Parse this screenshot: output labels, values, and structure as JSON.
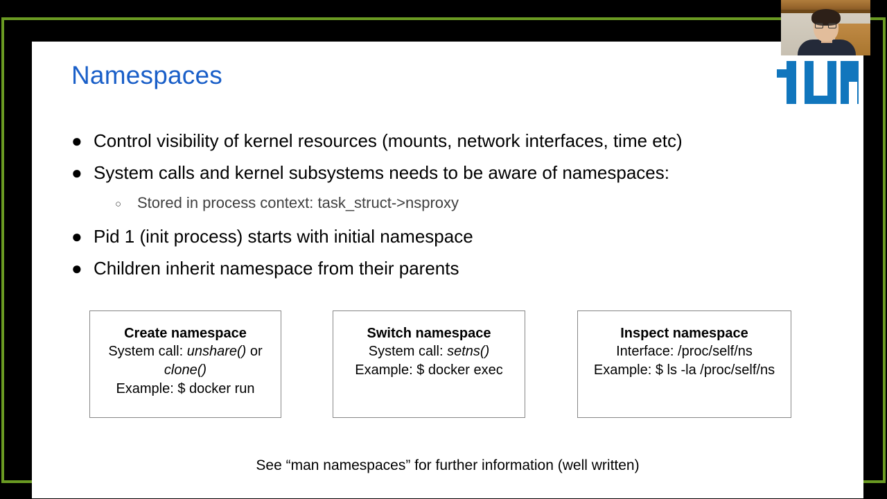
{
  "slide": {
    "title": "Namespaces",
    "logo_name": "tum-logo",
    "logo_color": "#1176bd",
    "title_color": "#1a5fc8",
    "frame_color": "#6a9a22",
    "bullets": [
      {
        "level": 1,
        "marker": "●",
        "text": "Control visibility of kernel resources (mounts, network interfaces, time etc)"
      },
      {
        "level": 1,
        "marker": "●",
        "text": "System calls and kernel subsystems needs to be aware of namespaces:"
      },
      {
        "level": 2,
        "marker": "○",
        "text": "Stored in process context: task_struct->nsproxy"
      },
      {
        "level": 1,
        "marker": "●",
        "text": "Pid 1 (init process) starts with initial namespace"
      },
      {
        "level": 1,
        "marker": "●",
        "text": "Children inherit namespace from their parents"
      }
    ],
    "boxes": [
      {
        "title": "Create namespace",
        "lines": [
          {
            "label": "System call: ",
            "emphasis": "unshare()",
            "tail": " or"
          },
          {
            "label": "",
            "emphasis": "clone()",
            "tail": ""
          },
          {
            "label": "Example: $ docker run",
            "emphasis": "",
            "tail": ""
          }
        ]
      },
      {
        "title": "Switch namespace",
        "lines": [
          {
            "label": "System call: ",
            "emphasis": "setns()",
            "tail": ""
          },
          {
            "label": "Example: $ docker exec",
            "emphasis": "",
            "tail": ""
          }
        ]
      },
      {
        "title": "Inspect namespace",
        "lines": [
          {
            "label": "Interface: /proc/self/ns",
            "emphasis": "",
            "tail": ""
          },
          {
            "label": "Example: $ ls -la /proc/self/ns",
            "emphasis": "",
            "tail": ""
          }
        ]
      }
    ],
    "footer": "See “man namespaces” for further information (well written)"
  },
  "webcam": {
    "name": "presenter-webcam-overlay"
  }
}
